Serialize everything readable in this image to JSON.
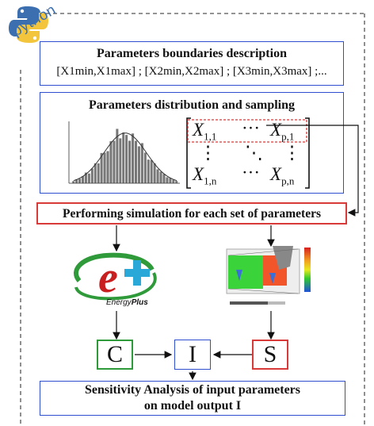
{
  "logo": {
    "text": "python"
  },
  "box1": {
    "title": "Parameters boundaries description",
    "formula": "[X1min,X1max] ; [X2min,X2max] ; [X3min,X3max] ;..."
  },
  "box2": {
    "title": "Parameters distribution and sampling",
    "matrix": {
      "r1c1": "X",
      "r1c1_sub": "1,1",
      "r1c3": "X",
      "r1c3_sub": "p,1",
      "r3c1": "X",
      "r3c1_sub": "1,n",
      "r3c3": "X",
      "r3c3_sub": "p,n",
      "hdots": "···",
      "vdots": "⋮",
      "ddots": "⋱"
    }
  },
  "box3": {
    "title": "Performing simulation for each set of parameters"
  },
  "energyplus": {
    "caption_a": "Energy",
    "caption_b": "Plus"
  },
  "nodes": {
    "c": "C",
    "i": "I",
    "s": "S"
  },
  "box4": {
    "title_line1": "Sensitivity Analysis of input parameters",
    "title_line2": "on model output I"
  },
  "colors": {
    "blue": "#2f4fcf",
    "red": "#d83a3a",
    "green": "#2f9a3a",
    "python_blue": "#3b6fb0",
    "python_yellow": "#f2c53d"
  }
}
